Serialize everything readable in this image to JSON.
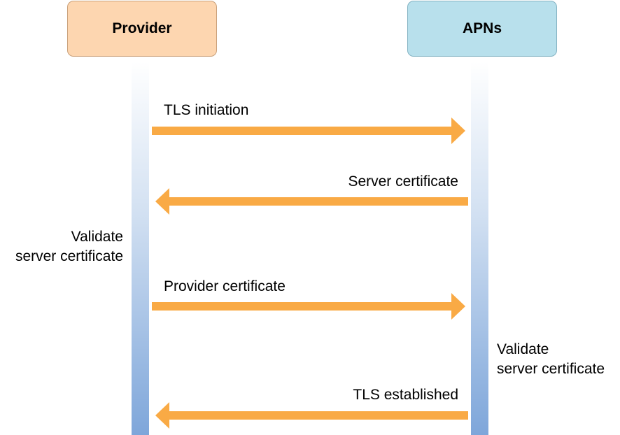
{
  "participants": {
    "provider": {
      "label": "Provider",
      "fill": "#fdd6b0"
    },
    "apns": {
      "label": "APNs",
      "fill": "#b8e0ec"
    }
  },
  "messages": [
    {
      "label": "TLS initiation",
      "from": "provider",
      "to": "apns"
    },
    {
      "label": "Server certificate",
      "from": "apns",
      "to": "provider"
    },
    {
      "label": "Provider certificate",
      "from": "provider",
      "to": "apns"
    },
    {
      "label": "TLS established",
      "from": "apns",
      "to": "provider"
    }
  ],
  "notes": {
    "provider_validate": {
      "line1": "Validate",
      "line2": "server certificate"
    },
    "apns_validate": {
      "line1": "Validate",
      "line2": "server certificate"
    }
  },
  "colors": {
    "arrow": "#f9aa45",
    "lifeline_top": "#ffffff",
    "lifeline_bottom": "#7ea6da"
  }
}
